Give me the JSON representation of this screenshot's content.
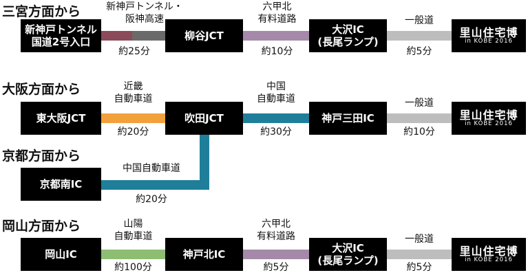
{
  "colors": {
    "toll_purple": "#a48aa8",
    "kinki_orange": "#f2a13a",
    "chugoku_teal": "#1f7f9a",
    "sanyo_green": "#8dbd73",
    "local_gray": "#bdbdbd",
    "tunnel_maroon": "#8a4a5a",
    "dark_gray": "#6a6a6a"
  },
  "logo": {
    "main": "里山住宅博",
    "sub": "in KOBE 2016"
  },
  "routes": {
    "sannomiya": {
      "heading": "三宮方面から",
      "start": [
        "新神戸トンネル",
        "国道2号入口"
      ],
      "seg1_label": [
        "新神戸トンネル・",
        "阪神高速"
      ],
      "seg1_time": "約25分",
      "jct": "柳谷JCT",
      "seg2_label": [
        "六甲北",
        "有料道路"
      ],
      "seg2_time": "約10分",
      "ic": [
        "大沢IC",
        "(長尾ランプ)"
      ],
      "seg3_label": "一般道",
      "seg3_time": "約5分"
    },
    "osaka": {
      "heading": "大阪方面から",
      "start": "東大阪JCT",
      "seg1_label": [
        "近畿",
        "自動車道"
      ],
      "seg1_time": "約20分",
      "jct": "吹田JCT",
      "seg2_label": [
        "中国",
        "自動車道"
      ],
      "seg2_time": "約30分",
      "ic": "神戸三田IC",
      "seg3_label": "一般道",
      "seg3_time": "約10分"
    },
    "kyoto": {
      "heading": "京都方面から",
      "start": "京都南IC",
      "seg_label": "中国自動車道",
      "seg_time": "約20分"
    },
    "okayama": {
      "heading": "岡山方面から",
      "start": "岡山IC",
      "seg1_label": [
        "山陽",
        "自動車道"
      ],
      "seg1_time": "約100分",
      "jct": "神戸北IC",
      "seg2_label": [
        "六甲北",
        "有料道路"
      ],
      "seg2_time": "約5分",
      "ic": [
        "大沢IC",
        "(長尾ランプ)"
      ],
      "seg3_label": "一般道",
      "seg3_time": "約5分"
    }
  }
}
